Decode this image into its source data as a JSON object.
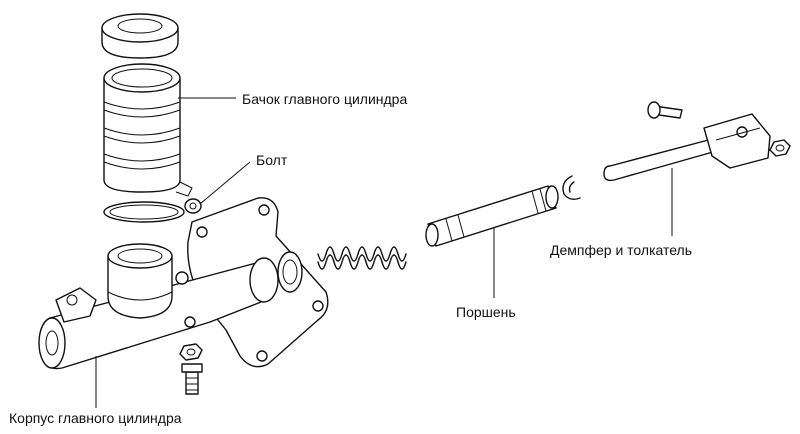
{
  "labels": {
    "reservoir": "Бачок главного цилиндра",
    "bolt": "Болт",
    "damper_pushrod": "Демпфер и толкатель",
    "piston": "Поршень",
    "body": "Корпус главного цилиндра"
  }
}
